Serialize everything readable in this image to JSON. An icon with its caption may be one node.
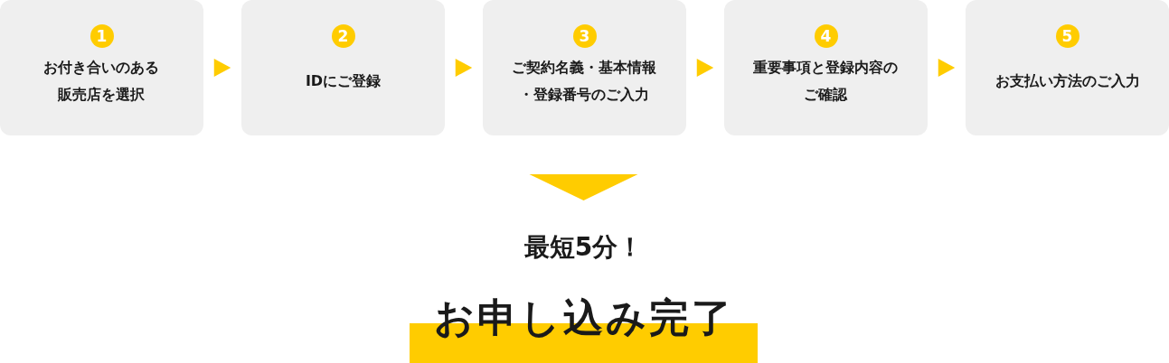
{
  "diagram": {
    "nodes": [
      {
        "text": [
          "1",
          "お付き合いのある販売店を選択"
        ]
      },
      {
        "text": [
          "2",
          "IDにご登録"
        ]
      },
      {
        "text": [
          "3",
          "ご契約名義・基本情報・登録番号のご入力"
        ]
      },
      {
        "text": [
          "4",
          "重要事項と登録内容のご確認"
        ]
      },
      {
        "text": [
          "5",
          "お支払い方法のご入力"
        ]
      },
      {
        "text": [
          "お申し込み完了"
        ],
        "beside": [
          "最短5分！"
        ]
      }
    ],
    "edges": [
      {
        "from": 0,
        "to": 1,
        "arrow": "to"
      },
      {
        "from": 1,
        "to": 2,
        "arrow": "to"
      },
      {
        "from": 2,
        "to": 3,
        "arrow": "to"
      },
      {
        "from": 3,
        "to": 4,
        "arrow": "to"
      },
      {
        "from": null,
        "to": 5,
        "arrow": "to"
      }
    ]
  }
}
